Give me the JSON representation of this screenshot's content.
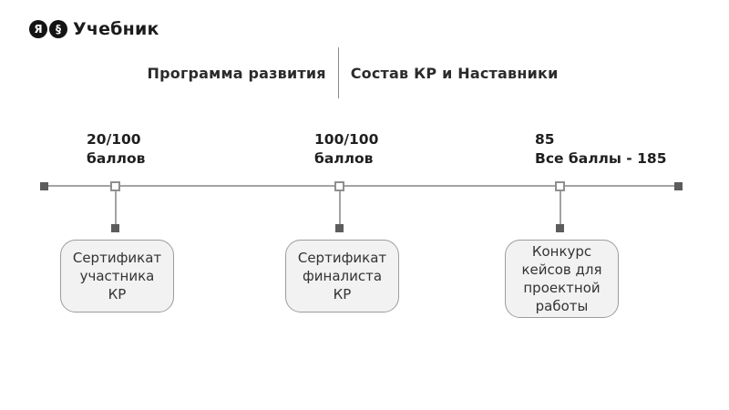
{
  "logo": {
    "badge1": "Я",
    "badge2": "§",
    "text": "Учебник"
  },
  "header": {
    "left": "Программа развития",
    "right": "Состав КР и Наставники"
  },
  "timeline": {
    "milestones": [
      {
        "score_label": "20/100\nбаллов",
        "box_text": "Сертификат\nучастника\nКР"
      },
      {
        "score_label": "100/100\nбаллов",
        "box_text": "Сертификат\nфиналиста\nКР"
      },
      {
        "score_label": "85\nВсе баллы - 185",
        "box_text": "Конкурс\nкейсов для\nпроектной\nработы"
      }
    ]
  },
  "colors": {
    "background": "#ffffff",
    "logo_badge": "#141414",
    "text": "#1f1f1f",
    "timeline_line": "#a3a3a3",
    "marker_fill": "#5c5c5c",
    "box_fill": "#f2f2f2",
    "box_border": "#9c9c9c"
  }
}
